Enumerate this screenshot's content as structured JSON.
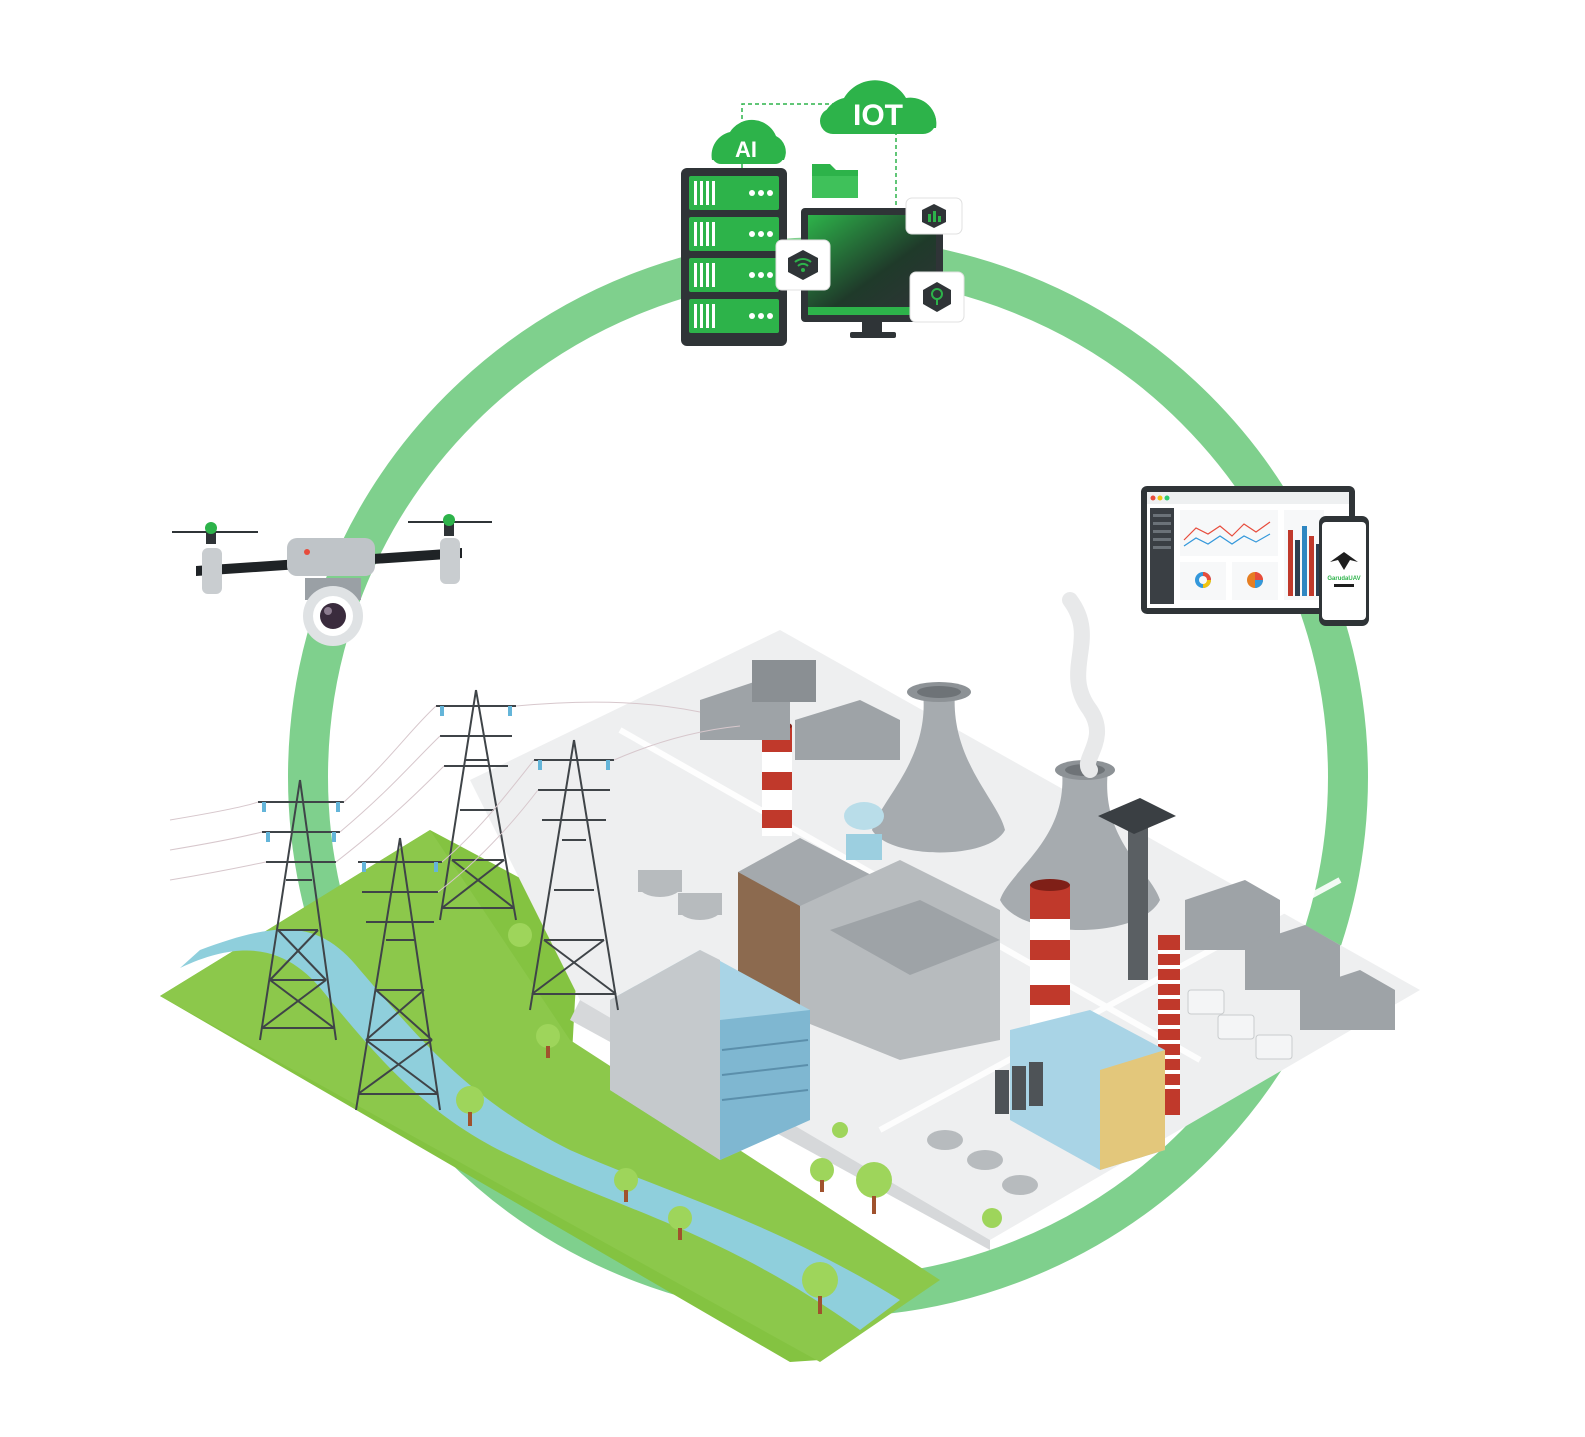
{
  "cloud_ai": {
    "label": "AI"
  },
  "cloud_iot": {
    "label": "IOT"
  },
  "phone": {
    "brand": "GarudaUAV"
  },
  "colors": {
    "ring": "#7fd08d",
    "brand_green": "#2db34a",
    "dark": "#2f3437",
    "grass": "#84c341",
    "river": "#8fcfdc",
    "concrete": "#e6e7e8",
    "stack_red": "#c0392b"
  },
  "icons": [
    "cloud-ai-icon",
    "cloud-iot-icon",
    "server-rack-icon",
    "monitor-icon",
    "folder-icon",
    "wifi-icon",
    "chart-icon",
    "search-icon",
    "drone-icon",
    "tablet-dashboard-icon",
    "smartphone-icon",
    "power-plant-icon",
    "transmission-tower-icon",
    "cooling-tower-icon",
    "transformer-icon"
  ]
}
